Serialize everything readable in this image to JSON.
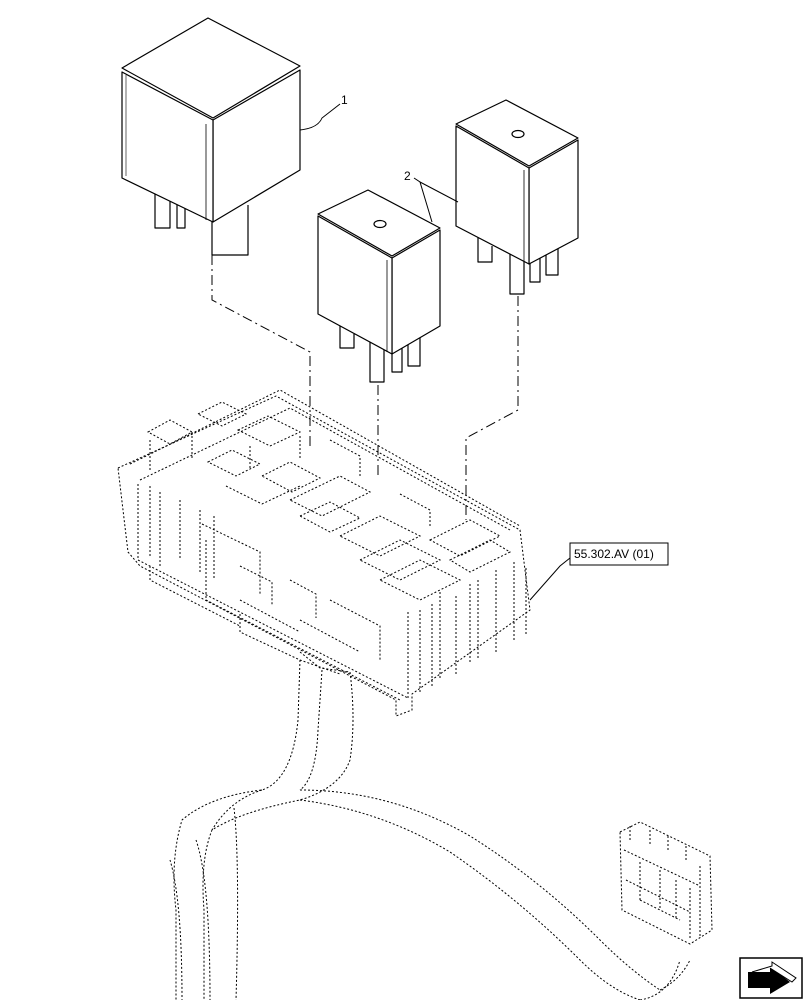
{
  "callouts": {
    "item_1": "1",
    "item_2": "2"
  },
  "reference": {
    "label": "55.302.AV (01)"
  },
  "nav_icon": {
    "icon": "next-page-arrow-icon"
  }
}
